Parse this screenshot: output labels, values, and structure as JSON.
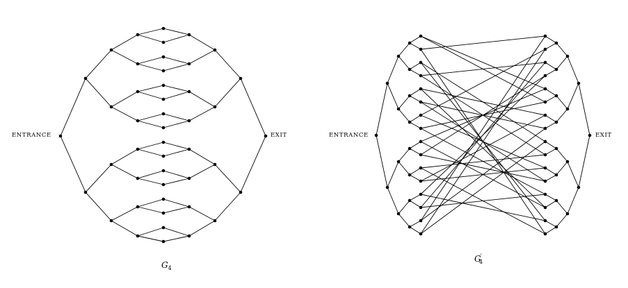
{
  "left_graph": {
    "entrance_label": "ENTRANCE",
    "exit_label": "EXIT",
    "caption_main": "G",
    "caption_sub": "4",
    "caption_prime": ""
  },
  "right_graph": {
    "entrance_label": "ENTRANCE",
    "exit_label": "EXIT",
    "caption_main": "G",
    "caption_sub": "4",
    "caption_prime": "′"
  },
  "colors": {
    "ink": "#000000",
    "background": "#ffffff"
  }
}
